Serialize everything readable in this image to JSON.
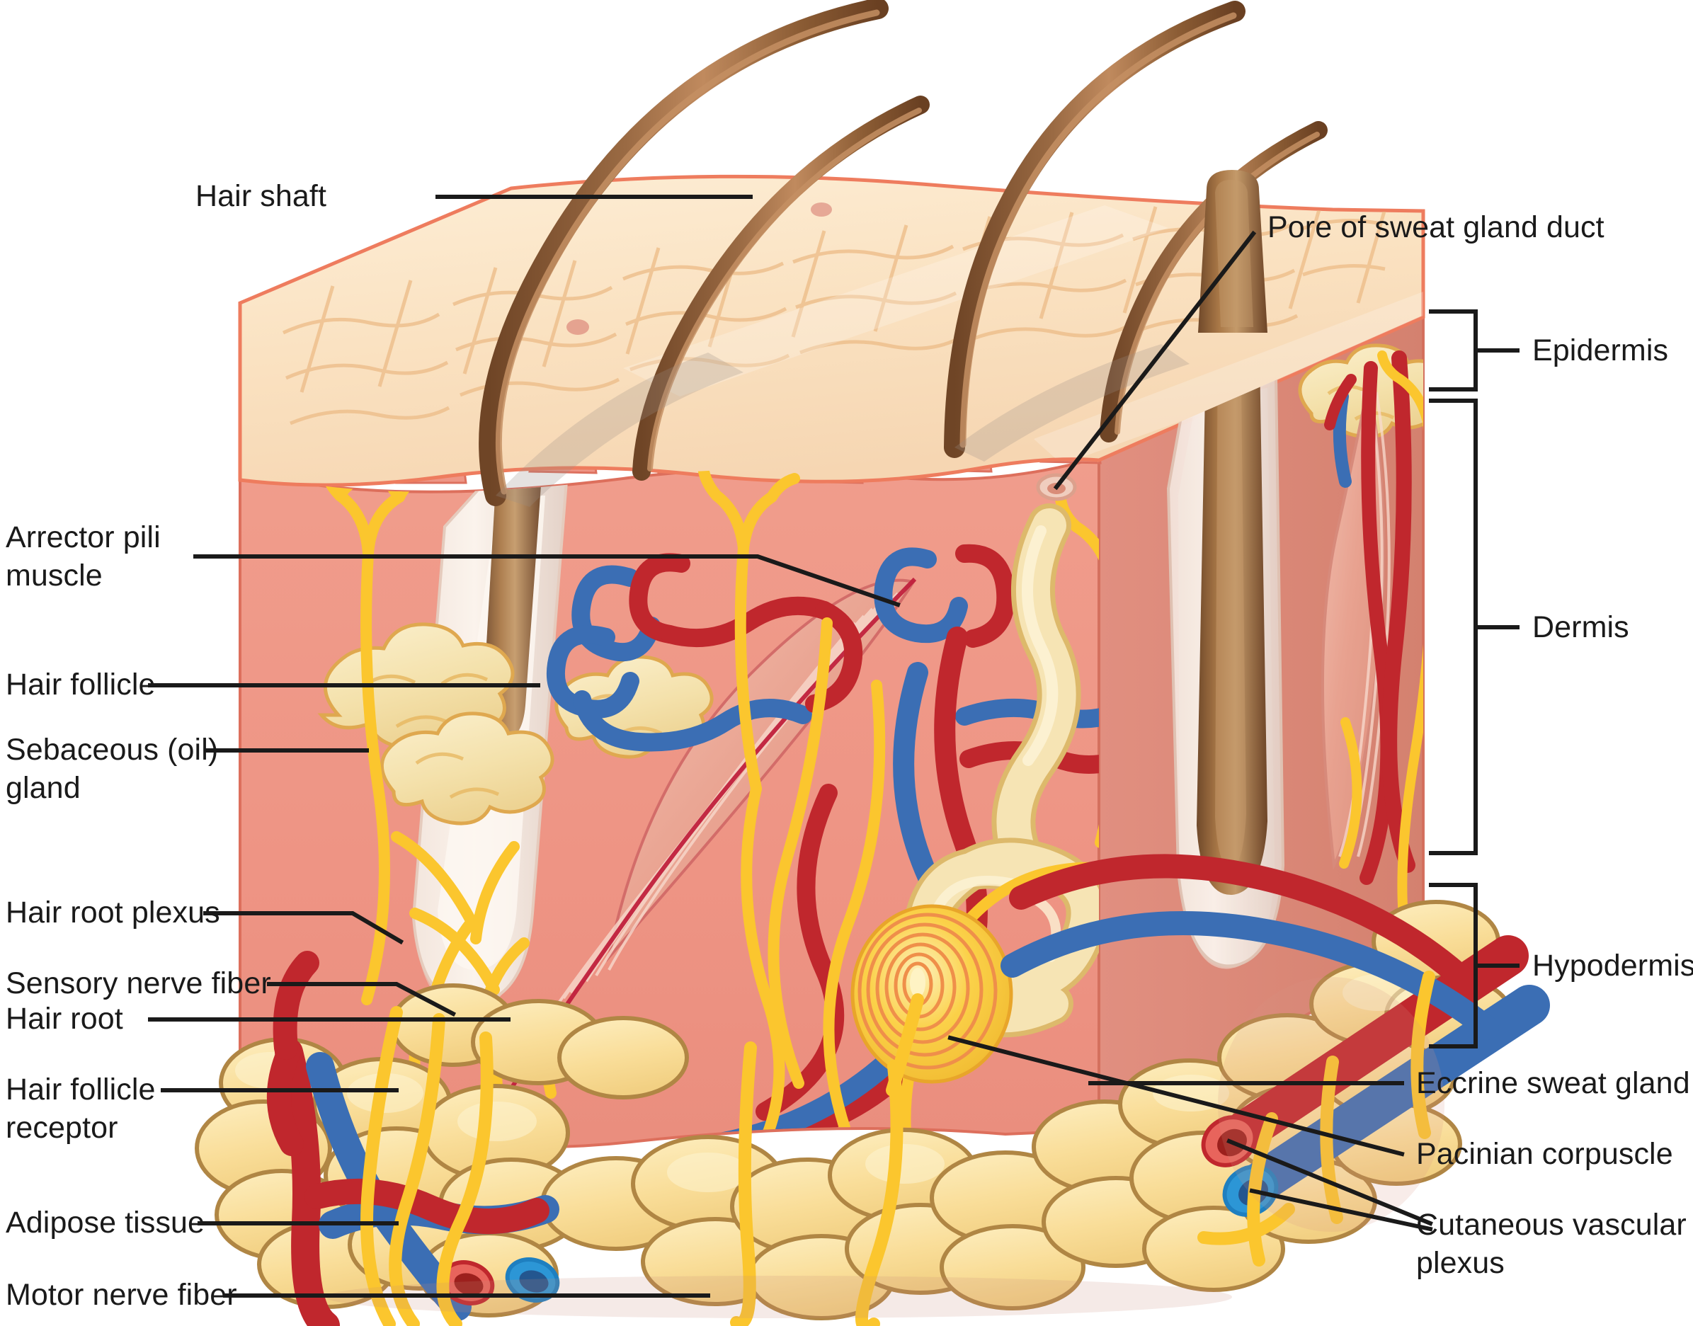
{
  "diagram": {
    "title": "Cross-section of human skin",
    "labels_left": [
      {
        "id": "hair-shaft",
        "text": "Hair shaft"
      },
      {
        "id": "arrector-pili-muscle",
        "text": "Arrector pili\nmuscle"
      },
      {
        "id": "hair-follicle",
        "text": "Hair follicle"
      },
      {
        "id": "sebaceous-oil-gland",
        "text": "Sebaceous (oil)\ngland"
      },
      {
        "id": "hair-root-plexus",
        "text": "Hair root plexus"
      },
      {
        "id": "sensory-nerve-fiber",
        "text": "Sensory nerve fiber"
      },
      {
        "id": "hair-root",
        "text": "Hair root"
      },
      {
        "id": "hair-follicle-receptor",
        "text": "Hair follicle\nreceptor"
      },
      {
        "id": "adipose-tissue",
        "text": "Adipose tissue"
      },
      {
        "id": "motor-nerve-fiber",
        "text": "Motor nerve fiber"
      }
    ],
    "labels_right": [
      {
        "id": "pore-of-sweat-gland-duct",
        "text": "Pore of sweat gland duct"
      },
      {
        "id": "epidermis",
        "text": "Epidermis"
      },
      {
        "id": "dermis",
        "text": "Dermis"
      },
      {
        "id": "hypodermis",
        "text": "Hypodermis"
      },
      {
        "id": "eccrine-sweat-gland",
        "text": "Eccrine sweat gland"
      },
      {
        "id": "pacinian-corpuscle",
        "text": "Pacinian corpuscle"
      },
      {
        "id": "cutaneous-vascular-plexus",
        "text": "Cutaneous vascular\nplexus"
      }
    ],
    "layer_brackets": [
      {
        "id": "epidermis",
        "label": "Epidermis"
      },
      {
        "id": "dermis",
        "label": "Dermis"
      },
      {
        "id": "hypodermis",
        "label": "Hypodermis"
      }
    ],
    "colors": {
      "epidermis_top": "#fae2c4",
      "epidermis_top_cell": "#f2c79a",
      "epidermis_side": "#fae0d4",
      "dermis": "#ee9585",
      "dermis_side": "#e08d7e",
      "dermis_outline": "#e2705b",
      "adipose": "#fadf9e",
      "adipose_outline": "#b08644",
      "artery": "#c0272d",
      "vein": "#3b6eb4",
      "nerve": "#fcc93c",
      "hair": "#8a5b35",
      "hair_light": "#c0855c",
      "muscle": "#e8a08f",
      "gland": "#f5e0ae",
      "follicle_inner": "#f6ece4",
      "leader_line": "#1a1a1a",
      "text": "#1a1a1a"
    }
  }
}
